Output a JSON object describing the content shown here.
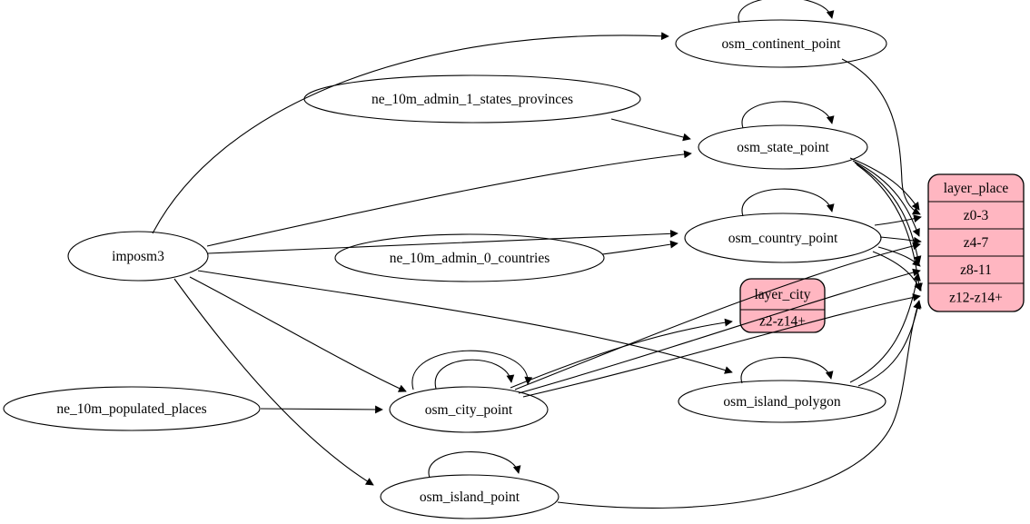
{
  "diagram": {
    "kind": "etl-dependency-graph",
    "background": "#ffffff",
    "colors": {
      "table_node_fill": "#ffffff",
      "layer_node_fill": "#ffb6c1",
      "edge_color": "#000000",
      "text_color": "#000000"
    },
    "nodes": [
      {
        "id": "imposm3",
        "shape": "ellipse",
        "label": "imposm3"
      },
      {
        "id": "ne_10m_admin_1_states_provinces",
        "shape": "ellipse",
        "label": "ne_10m_admin_1_states_provinces"
      },
      {
        "id": "ne_10m_admin_0_countries",
        "shape": "ellipse",
        "label": "ne_10m_admin_0_countries"
      },
      {
        "id": "ne_10m_populated_places",
        "shape": "ellipse",
        "label": "ne_10m_populated_places"
      },
      {
        "id": "osm_continent_point",
        "shape": "ellipse",
        "label": "osm_continent_point"
      },
      {
        "id": "osm_state_point",
        "shape": "ellipse",
        "label": "osm_state_point"
      },
      {
        "id": "osm_country_point",
        "shape": "ellipse",
        "label": "osm_country_point"
      },
      {
        "id": "osm_city_point",
        "shape": "ellipse",
        "label": "osm_city_point"
      },
      {
        "id": "osm_island_polygon",
        "shape": "ellipse",
        "label": "osm_island_polygon"
      },
      {
        "id": "osm_island_point",
        "shape": "ellipse",
        "label": "osm_island_point"
      },
      {
        "id": "layer_city",
        "shape": "record",
        "rows": [
          "layer_city",
          "z2-z14+"
        ]
      },
      {
        "id": "layer_place",
        "shape": "record",
        "rows": [
          "layer_place",
          "z0-3",
          "z4-7",
          "z8-11",
          "z12-z14+"
        ]
      }
    ],
    "edges": [
      {
        "from": "imposm3",
        "to": "osm_continent_point"
      },
      {
        "from": "imposm3",
        "to": "osm_state_point"
      },
      {
        "from": "imposm3",
        "to": "osm_country_point"
      },
      {
        "from": "imposm3",
        "to": "osm_city_point"
      },
      {
        "from": "imposm3",
        "to": "osm_island_polygon"
      },
      {
        "from": "imposm3",
        "to": "osm_island_point"
      },
      {
        "from": "ne_10m_admin_1_states_provinces",
        "to": "osm_state_point"
      },
      {
        "from": "ne_10m_admin_0_countries",
        "to": "osm_country_point"
      },
      {
        "from": "ne_10m_populated_places",
        "to": "osm_city_point"
      },
      {
        "from": "osm_continent_point",
        "to": "osm_continent_point"
      },
      {
        "from": "osm_state_point",
        "to": "osm_state_point"
      },
      {
        "from": "osm_country_point",
        "to": "osm_country_point"
      },
      {
        "from": "osm_city_point",
        "to": "osm_city_point"
      },
      {
        "from": "osm_city_point",
        "to": "osm_city_point"
      },
      {
        "from": "osm_island_polygon",
        "to": "osm_island_polygon"
      },
      {
        "from": "osm_island_point",
        "to": "osm_island_point"
      },
      {
        "from": "osm_continent_point",
        "to": "layer_place",
        "port": "z0-3"
      },
      {
        "from": "osm_state_point",
        "to": "layer_place",
        "port": "z0-3"
      },
      {
        "from": "osm_state_point",
        "to": "layer_place",
        "port": "z4-7"
      },
      {
        "from": "osm_state_point",
        "to": "layer_place",
        "port": "z8-11"
      },
      {
        "from": "osm_state_point",
        "to": "layer_place",
        "port": "z12-z14+"
      },
      {
        "from": "osm_country_point",
        "to": "layer_place",
        "port": "z0-3"
      },
      {
        "from": "osm_country_point",
        "to": "layer_place",
        "port": "z4-7"
      },
      {
        "from": "osm_country_point",
        "to": "layer_place",
        "port": "z8-11"
      },
      {
        "from": "osm_country_point",
        "to": "layer_place",
        "port": "z12-z14+"
      },
      {
        "from": "osm_city_point",
        "to": "layer_city",
        "port": "z2-z14+"
      },
      {
        "from": "osm_city_point",
        "to": "layer_place",
        "port": "z4-7"
      },
      {
        "from": "osm_city_point",
        "to": "layer_place",
        "port": "z8-11"
      },
      {
        "from": "osm_city_point",
        "to": "layer_place",
        "port": "z12-z14+"
      },
      {
        "from": "osm_island_polygon",
        "to": "layer_place",
        "port": "z8-11"
      },
      {
        "from": "osm_island_polygon",
        "to": "layer_place",
        "port": "z12-z14+"
      },
      {
        "from": "osm_island_point",
        "to": "layer_place",
        "port": "z12-z14+"
      }
    ]
  }
}
